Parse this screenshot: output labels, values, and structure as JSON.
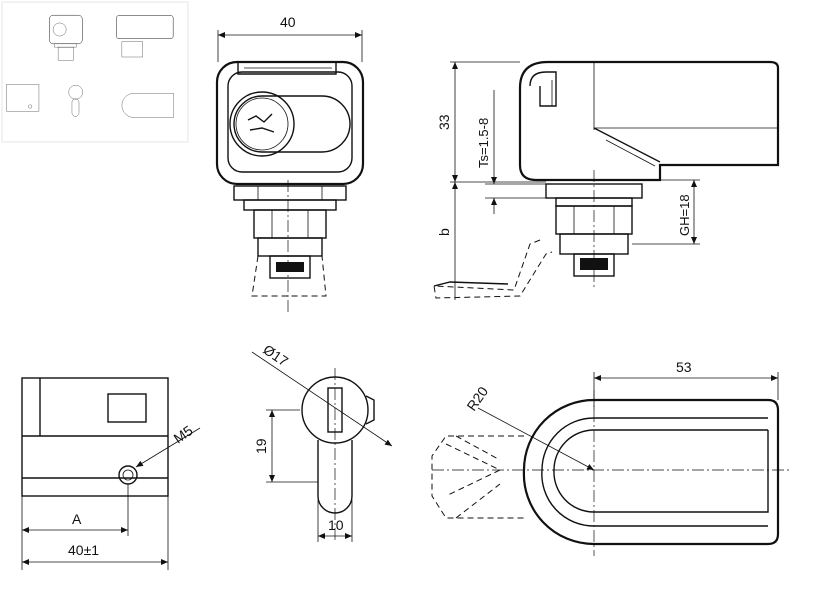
{
  "drawing": {
    "front_view": {
      "width_label": "40"
    },
    "side_view": {
      "height_label": "33",
      "thickness_label": "Ts=1.5-8",
      "b_label": "b",
      "grip_label": "GH=18"
    },
    "back_view": {
      "thread_label": "M5",
      "a_label": "A",
      "width_label": "40±1"
    },
    "cam_view": {
      "diameter_label": "Ø17",
      "height_label": "19",
      "width_label": "10"
    },
    "top_view": {
      "radius_label": "R20",
      "width_label": "53"
    }
  }
}
